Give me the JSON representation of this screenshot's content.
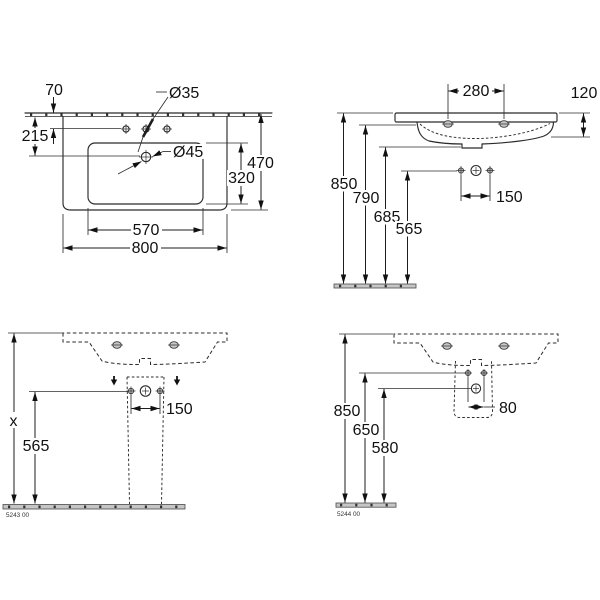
{
  "meta": {
    "line_color": "#2b2b2b",
    "floor_fill": "#c6c6c6",
    "background": "#ffffff"
  },
  "views": {
    "plan": {
      "dims": {
        "tap_to_wall": "70",
        "drain_to_wall": "215",
        "tap_hole_diameter": "Ø35",
        "drain_hole_diameter": "Ø45",
        "overall_depth": "470",
        "bowl_depth": "320",
        "bowl_width": "570",
        "overall_width": "800"
      }
    },
    "front": {
      "dims": {
        "fixing_hole_span": "280",
        "apron_height": "120",
        "rim_height": "850",
        "underside_height": "790",
        "outlet_height": "685",
        "bracket_height": "565",
        "bracket_span": "150"
      }
    },
    "pedestal": {
      "product_code": "5243 00",
      "dims": {
        "overall_height": "x",
        "bracket_height": "565",
        "bracket_span": "150"
      }
    },
    "semi_pedestal": {
      "product_code": "5244 00",
      "dims": {
        "rim_height": "850",
        "bracket_height": "650",
        "outlet_height": "580",
        "bracket_span": "80"
      }
    }
  }
}
